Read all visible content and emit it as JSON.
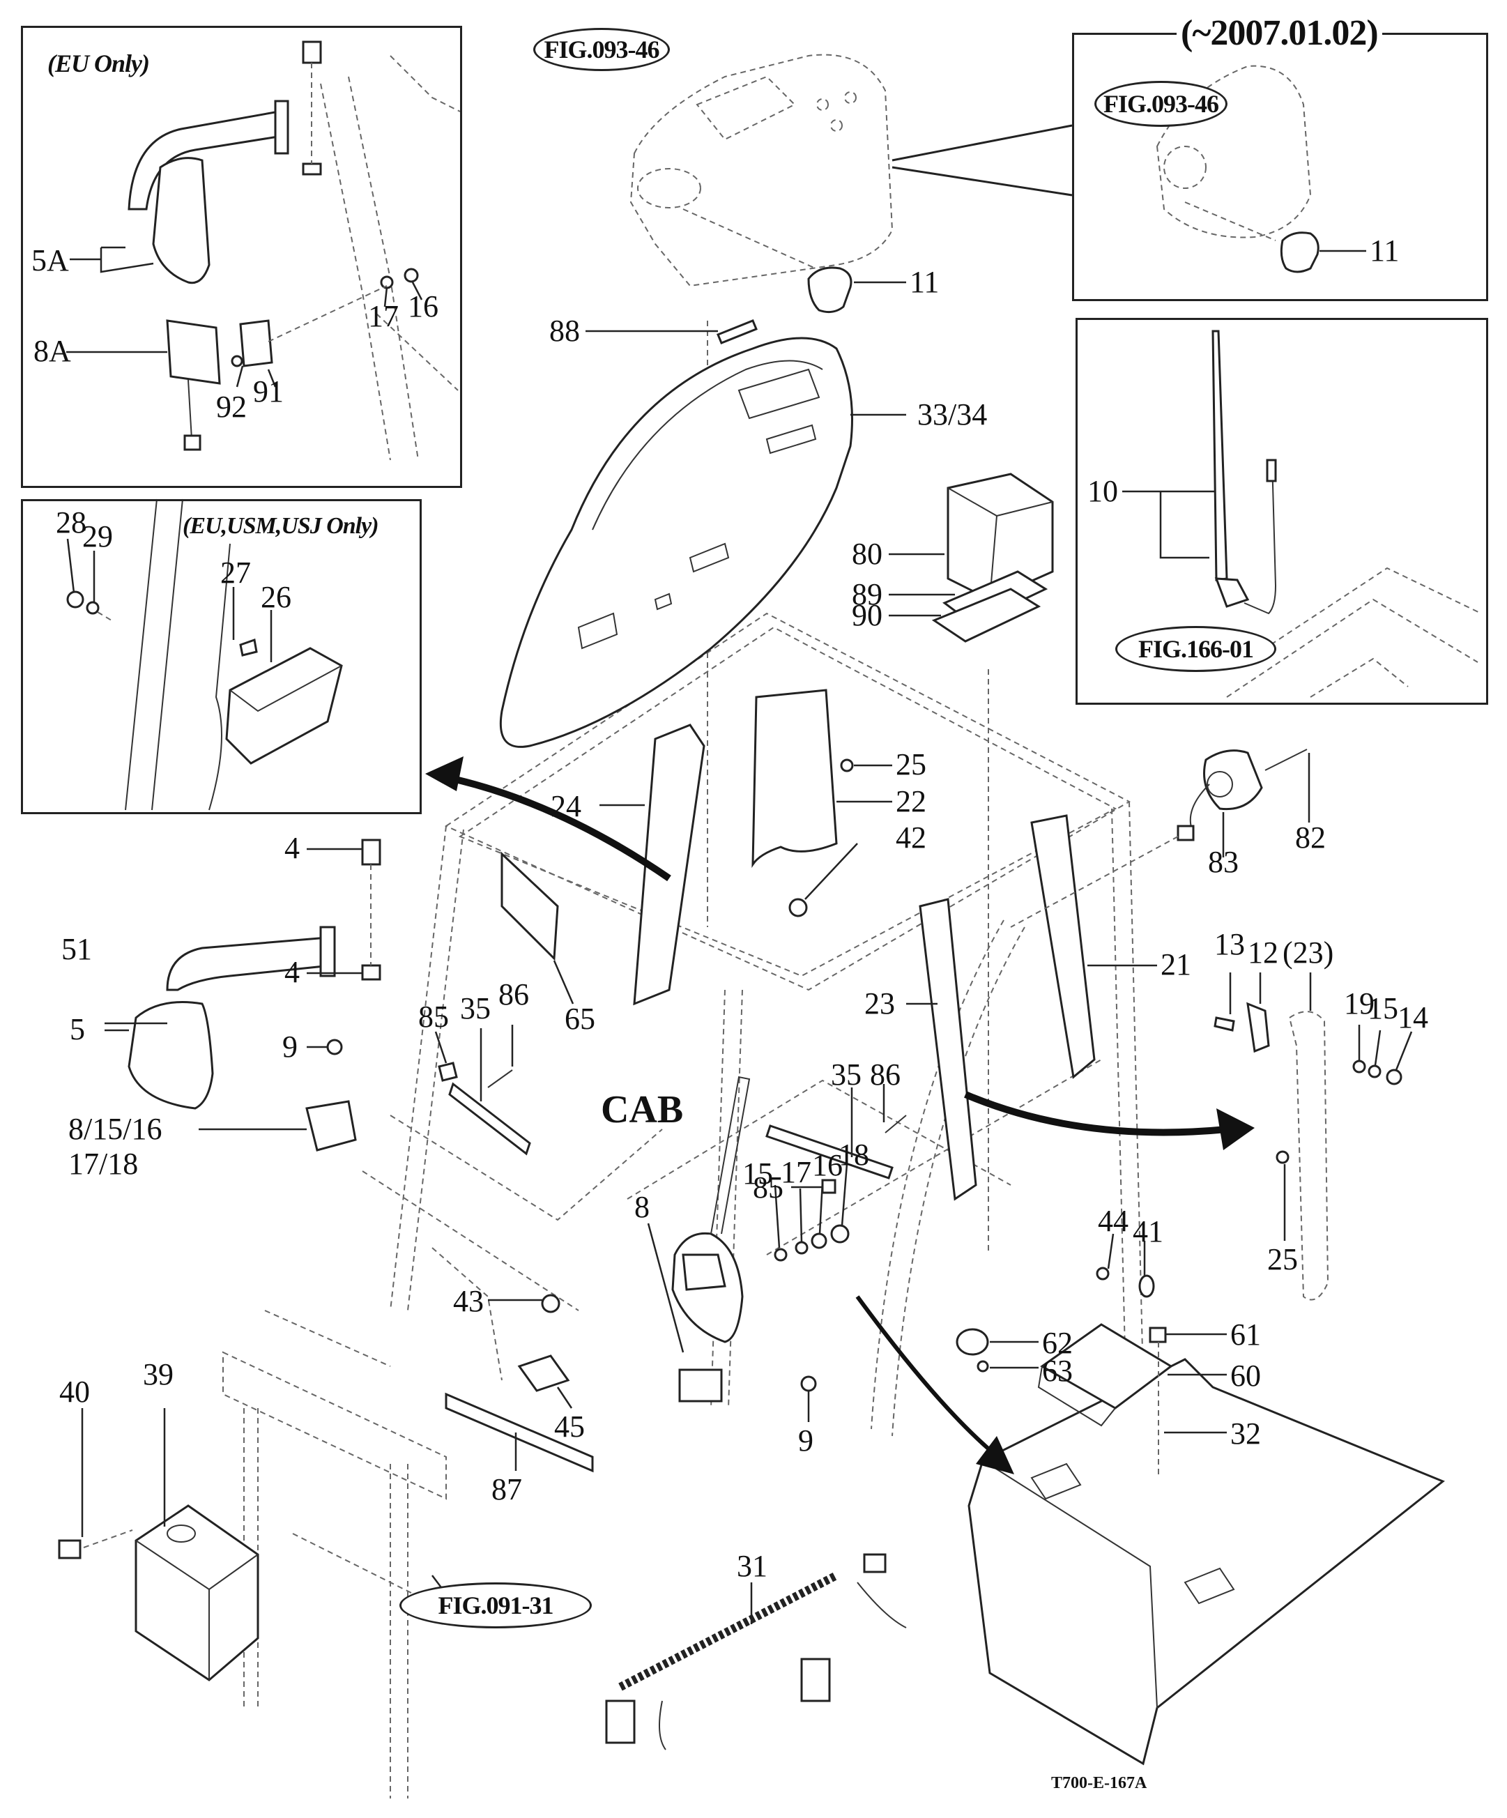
{
  "diagram": {
    "drawing_number": "T700-E-167A",
    "center_label": "CAB",
    "insets": {
      "eu_only": {
        "title": "(EU Only)",
        "labels": [
          "5A",
          "8A",
          "92",
          "91",
          "17",
          "16"
        ]
      },
      "eu_usm_usj_only": {
        "title": "(EU,USM,USJ Only)",
        "labels": [
          "28",
          "29",
          "27",
          "26"
        ]
      },
      "date_variant": {
        "title": "(~2007.01.02)",
        "fig_ref": "FIG.093-46",
        "labels": [
          "11"
        ]
      },
      "antenna": {
        "fig_ref": "FIG.166-01",
        "labels": [
          "10"
        ]
      }
    },
    "fig_refs": {
      "console": "FIG.093-46",
      "frame": "FIG.091-31"
    },
    "callouts": {
      "c11": "11",
      "c88": "88",
      "c33_34": "33/34",
      "c80": "80",
      "c89": "89",
      "c90": "90",
      "c25a": "25",
      "c22": "22",
      "c24": "24",
      "c42": "42",
      "c83": "83",
      "c82": "82",
      "c21": "21",
      "c4a": "4",
      "c4b": "4",
      "c51": "51",
      "c5": "5",
      "c9a": "9",
      "c65": "65",
      "c85a": "85",
      "c35a": "35",
      "c86a": "86",
      "c8_line1": "8/15/16",
      "c8_line2": "17/18",
      "c23": "23",
      "c35b": "35",
      "c86b": "86",
      "c85b": "85",
      "c13": "13",
      "c12": "12",
      "c23p": "(23)",
      "c19": "19",
      "c15b": "15",
      "c14": "14",
      "c25b": "25",
      "c44": "44",
      "c41": "41",
      "c43": "43",
      "c8": "8",
      "c15": "15",
      "c17": "17",
      "c16": "16",
      "c18": "18",
      "c9b": "9",
      "c62": "62",
      "c63": "63",
      "c61": "61",
      "c60": "60",
      "c32": "32",
      "c40": "40",
      "c39": "39",
      "c45": "45",
      "c87": "87",
      "c31": "31"
    }
  }
}
